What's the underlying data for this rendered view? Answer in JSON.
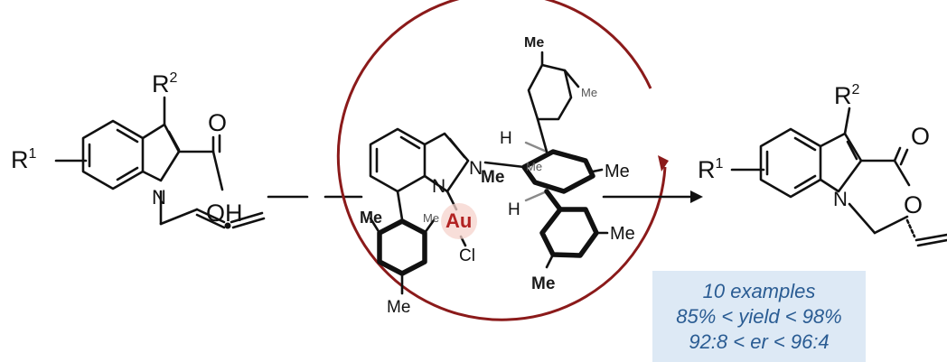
{
  "reactant": {
    "r1": "R",
    "r1_sup": "1",
    "r2": "R",
    "r2_sup": "2",
    "carbonyl_o": "O",
    "oh": "OH",
    "n": "N"
  },
  "catalyst": {
    "metal": "Au",
    "halide": "Cl",
    "n_left": "N",
    "n_right": "N",
    "h_top": "H",
    "h_bottom": "H",
    "methyls": [
      "Me",
      "Me",
      "Me",
      "Me",
      "Me",
      "Me",
      "Me",
      "Me"
    ],
    "metal_color": "#b22222",
    "arrow_color": "#8b1a1a"
  },
  "product": {
    "r1": "R",
    "r1_sup": "1",
    "r2": "R",
    "r2_sup": "2",
    "carbonyl_o": "O",
    "ring_o": "O",
    "n": "N"
  },
  "summary": {
    "line1": "10 examples",
    "line2": "85% < yield < 98%",
    "line3": "92:8 < er < 96:4"
  }
}
